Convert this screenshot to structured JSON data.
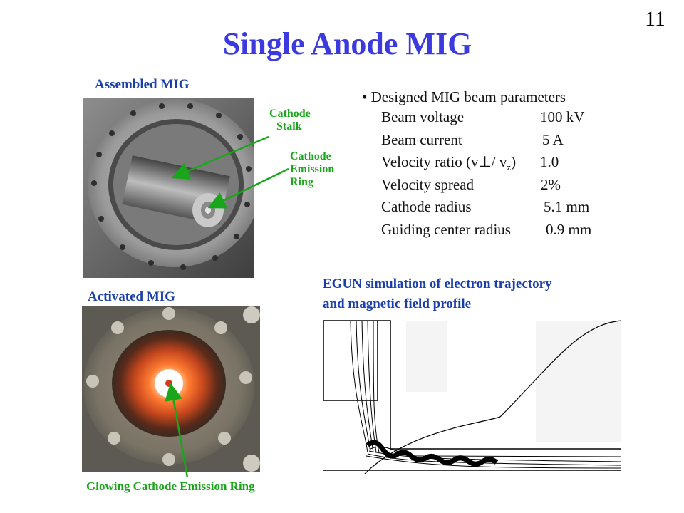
{
  "slide": {
    "number": "11",
    "title": "Single Anode MIG"
  },
  "assembled": {
    "label": "Assembled MIG",
    "stalk_label_1": "Cathode",
    "stalk_label_2": "Stalk",
    "ring_label_1": "Cathode",
    "ring_label_2": "Emission",
    "ring_label_3": "Ring"
  },
  "activated": {
    "label": "Activated MIG",
    "caption": "Glowing Cathode Emission Ring"
  },
  "parameters": {
    "heading": "Designed MIG beam parameters",
    "rows": [
      {
        "name": "Beam voltage",
        "value": "100 kV"
      },
      {
        "name": "Beam current",
        "value": "5 A"
      },
      {
        "name": "Velocity ratio (v⊥/ v",
        "name_sub": "z",
        "name_end": ")",
        "value": "1.0"
      },
      {
        "name": "Velocity spread",
        "value": "2%"
      },
      {
        "name": "Cathode radius",
        "value": "5.1 mm"
      },
      {
        "name": "Guiding center radius",
        "value": "0.9 mm"
      }
    ]
  },
  "simulation": {
    "title_line1": "EGUN simulation of electron trajectory",
    "title_line2": "and magnetic field profile"
  },
  "colors": {
    "title": "#3a3adf",
    "labels": "#1a3fa8",
    "arrows": "#1aa61a"
  }
}
